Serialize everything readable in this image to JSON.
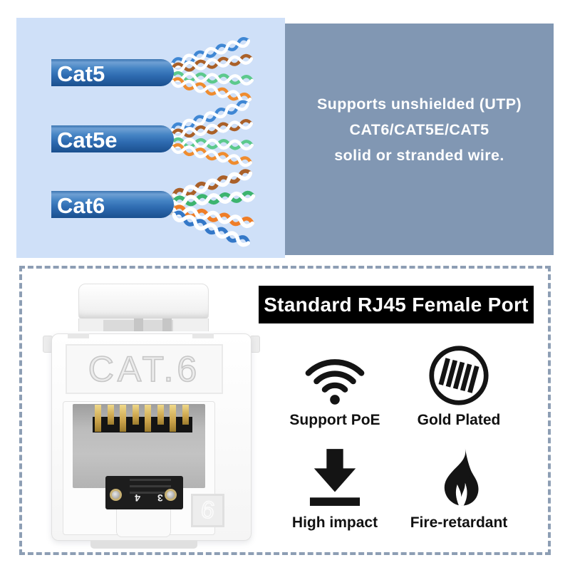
{
  "top": {
    "cables": [
      {
        "label": "Cat5"
      },
      {
        "label": "Cat5e"
      },
      {
        "label": "Cat6"
      }
    ],
    "info_lines": [
      "Supports unshielded (UTP)",
      "CAT6/CAT5E/CAT5",
      "solid or stranded wire."
    ]
  },
  "bottom": {
    "banner_label": "Standard RJ45 Female Port",
    "jack": {
      "model_text": "CAT.6",
      "connector_text": "3 4",
      "badge_text": "6"
    },
    "features": [
      {
        "label": "Support PoE",
        "icon": "wifi-icon"
      },
      {
        "label": "Gold Plated",
        "icon": "striped-circle-icon"
      },
      {
        "label": "High impact",
        "icon": "impact-arrow-icon"
      },
      {
        "label": "Fire-retardant",
        "icon": "flame-icon"
      }
    ]
  },
  "colors": {
    "panel_light_blue": "#cfe0f8",
    "panel_slate": "#8197b3",
    "cable_blue": "#2f6cb0",
    "wire_blue": "#3f87d4",
    "wire_brown": "#aa6028",
    "wire_green": "#5cc98c",
    "wire_orange": "#ef8c2f",
    "banner_bg": "#000000",
    "banner_text": "#ffffff",
    "icon_black": "#141414",
    "dashed_border": "#8d9eb4"
  }
}
